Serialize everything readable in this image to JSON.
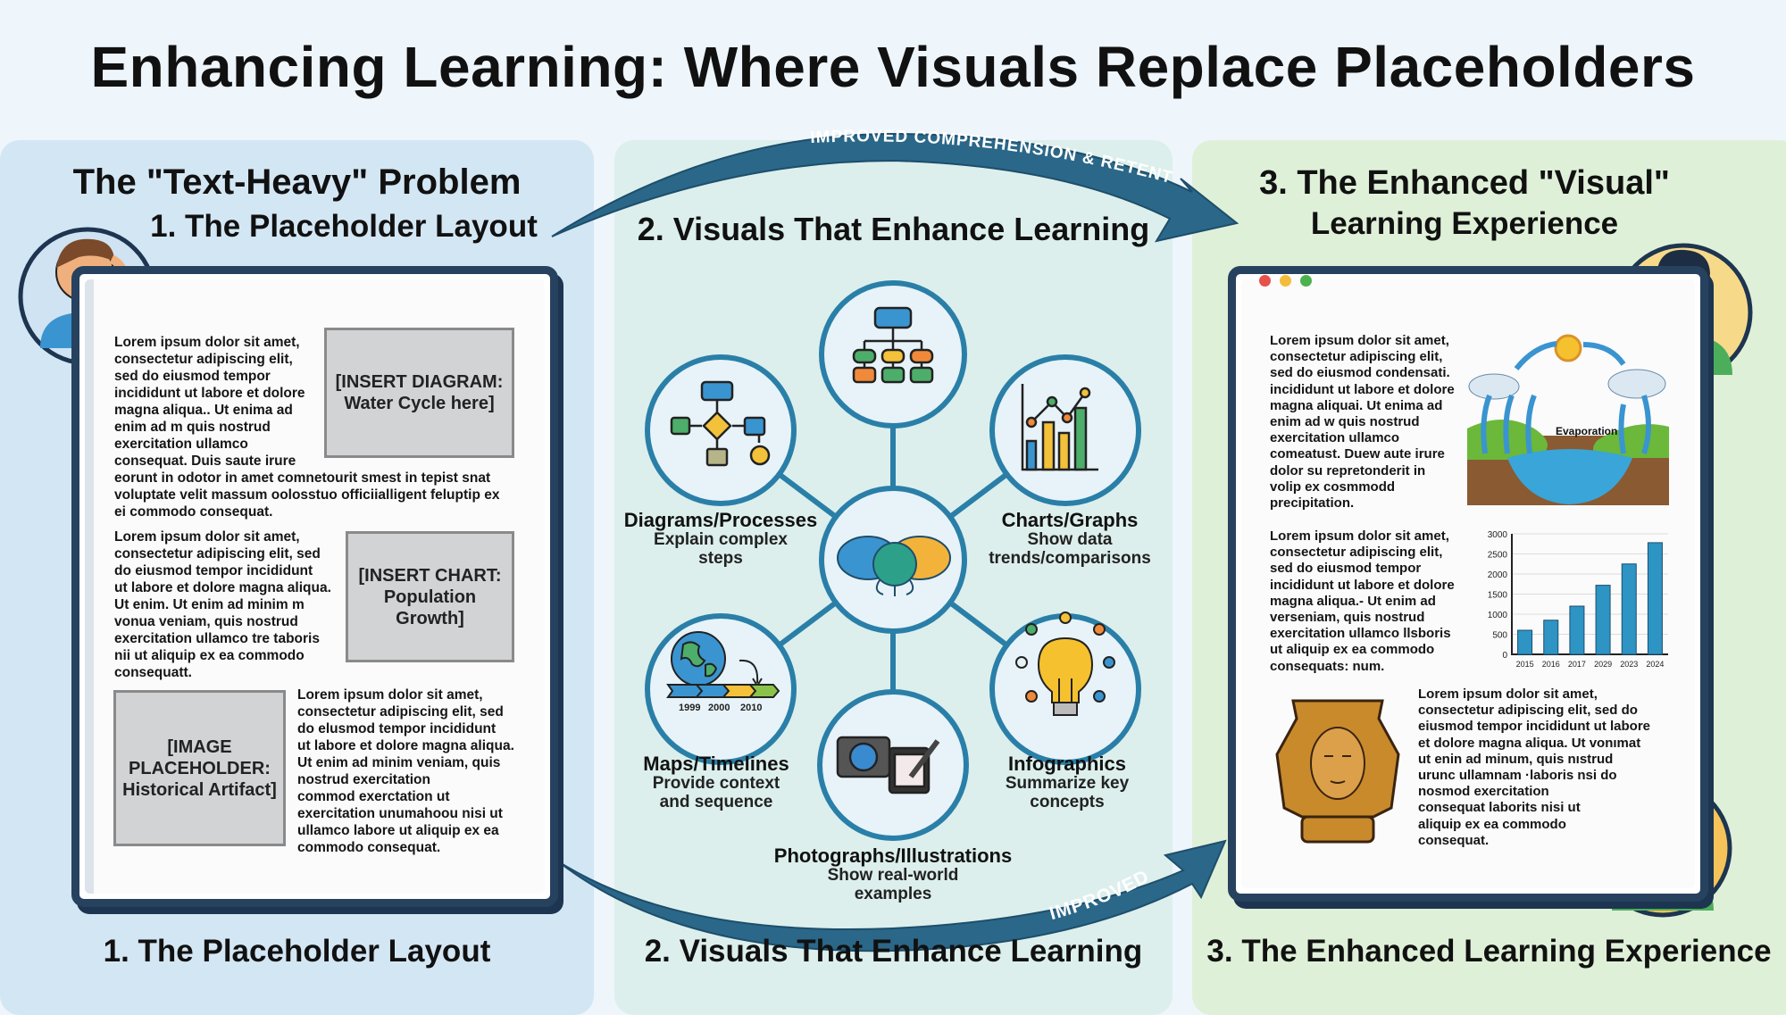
{
  "title": "Enhancing Learning: Where Visuals Replace Placeholders",
  "panel1": {
    "heading": "The \"Text-Heavy\" Problem",
    "subheading": "1. The Placeholder Layout",
    "block1": [
      "Lorem ipsum dolor sit amet,",
      "consectetur adipiscing elit,",
      "sed do eiusmod tempor",
      "incididunt ut labore et dolore",
      "magna aliqua.. Ut enima ad",
      "enim ad m quis nostrud",
      "exercitation ullamco",
      "consequat. Duis saute irure",
      "eorunt in odotor in amet comnetourit smest in tepist snat",
      "voluptate velit massum oolosstuo officiialligent feluptip ex",
      "ei commodo consequat."
    ],
    "block2": [
      "Lorem ipsum dolor sit amet,",
      "consectetur adipiscing elit, sed",
      "do eiusmod tempor incididunt",
      "ut labore et dolore magna aliqua.",
      "Ut enim. Ut enim ad minim m",
      "vonua veniam, quis nostrud",
      "exercitation ullamco tre taboris",
      "nii ut aliquip ex ea commodo",
      "consequatt."
    ],
    "block3": [
      "Lorem ipsum dolor sit amet,",
      "consectetur adipiscing elit, sed",
      "do elusmod tempor incididunt",
      "ut labore et dolore magna aliqua.",
      "Ut enim ad minim veniam, quis",
      "nostrud exercitation",
      "commod exerctation ut",
      "exercitation unumahoou nisi ut",
      "ullamco labore ut aliquip ex ea",
      "commodo consequat."
    ],
    "placeholder_diagram": "[INSERT DIAGRAM: Water Cycle here]",
    "placeholder_chart": "[INSERT CHART: Population Growth]",
    "placeholder_image": "[IMAGE PLACEHOLDER: Historical Artifact]",
    "bottom_label": "1. The Placeholder Layout"
  },
  "panel2": {
    "heading": "2. Visuals That Enhance Learning",
    "top_arrow_text": "IMPROVED COMPREHENSION & RETENTION",
    "bottom_arrow_text": "IMPROVED",
    "items": [
      {
        "title": "Diagrams/Processes",
        "desc": [
          "Explain complex",
          "steps"
        ]
      },
      {
        "title": "Charts/Graphs",
        "desc": [
          "Show data",
          "trends/comparisons"
        ]
      },
      {
        "title": "Maps/Timelines",
        "desc": [
          "Provide context",
          "and sequence"
        ]
      },
      {
        "title": "Infographics",
        "desc": [
          "Summarize key",
          "concepts"
        ]
      },
      {
        "title": "Photographs/Illustrations",
        "desc": [
          "Show real-world",
          "examples"
        ]
      }
    ],
    "timeline_years": [
      "1999",
      "2000",
      "2010"
    ],
    "bottom_label": "2. Visuals That Enhance Learning"
  },
  "panel3": {
    "heading": [
      "3. The Enhanced \"Visual\"",
      "Learning Experience"
    ],
    "block1": [
      "Lorem ipsum dolor sit amet,",
      "consectetur adipiscing elit,",
      "sed do eiusmod condensati.",
      "incididunt ut labore et dolore",
      "magna aliquai. Ut enima ad",
      "enim ad w quis nostrud",
      "exercitation ullamco",
      "comeatust. Duew aute irure",
      "dolor su repretonderit in",
      "volip ex cosmmodd",
      "precipitation."
    ],
    "block2": [
      "Lorem ipsum dolor sit amet,",
      "consectetur adipiscing elit,",
      "sed do eiusmod tempor",
      "incididunt ut labore et dolore",
      "magna aliqua.- Ut enim ad",
      "verseniam, quis nostrud",
      "exercitation ullamco llsboris",
      "ut aliquip ex ea commodo",
      "consequats: num."
    ],
    "block3": [
      "Lorem ipsum dolor sit amet,",
      "consectetur adipiscing elit, sed do",
      "eiusmod tempor incididunt ut labore",
      "et dolore magna aliqua. Ut vonımat",
      "ut enin ad minum, quis nıstrud",
      "urunc ullamnam ·laboris nsi do",
      "nosmod exercitation",
      "consequat laborits nisi ut",
      "aliquip ex ea commodo",
      "consequat."
    ],
    "water_cycle_label": "Evaporation",
    "bottom_label": "3. The Enhanced Learning Experience"
  },
  "colors": {
    "accent": "#2a7fa8",
    "arrow": "#2b6788",
    "bar": "#2e94c4"
  },
  "chart_data": {
    "type": "bar",
    "title": "",
    "categories": [
      "2015",
      "2016",
      "2017",
      "2029",
      "2023",
      "2024"
    ],
    "values": [
      600,
      850,
      1200,
      1720,
      2250,
      2780
    ],
    "yticks": [
      "0",
      "500",
      "1000",
      "1500",
      "2000",
      "2500",
      "3000"
    ],
    "ylim": [
      0,
      3000
    ],
    "xlabel": "",
    "ylabel": "",
    "grid": true
  }
}
